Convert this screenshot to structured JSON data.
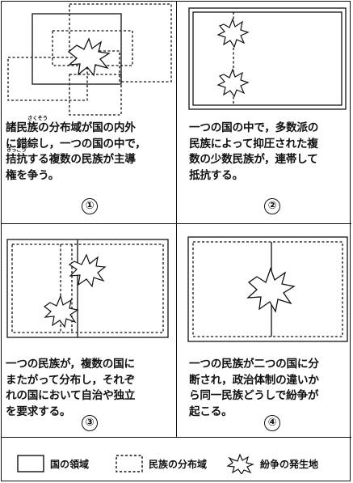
{
  "panels": [
    {
      "number": "①",
      "lines": [
        "諸民族の分布域が国の内外",
        "に錯綜し，一つの国の中で，",
        "拮抗する複数の民族が主導",
        "権を争う。"
      ],
      "ruby": [
        {
          "word": "錯綜",
          "reading": "さくそう"
        },
        {
          "word": "拮抗",
          "reading": "きっこう"
        }
      ]
    },
    {
      "number": "②",
      "lines": [
        "一つの国の中で，多数派の",
        "民族によって抑圧された複",
        "数の少数民族が，連帯して",
        "抵抗する。"
      ]
    },
    {
      "number": "③",
      "lines": [
        "一つの民族が，複数の国に",
        "またがって分布し，それぞ",
        "れの国において自治や独立",
        "を要求する。"
      ]
    },
    {
      "number": "④",
      "lines": [
        "一つの民族が二つの国に分",
        "断され，政治体制の違いか",
        "ら同一民族どうしで紛争が",
        "起こる。"
      ]
    }
  ],
  "legend": {
    "country": "国の領域",
    "ethnic": "民族の分布域",
    "conflict": "紛争の発生地"
  }
}
